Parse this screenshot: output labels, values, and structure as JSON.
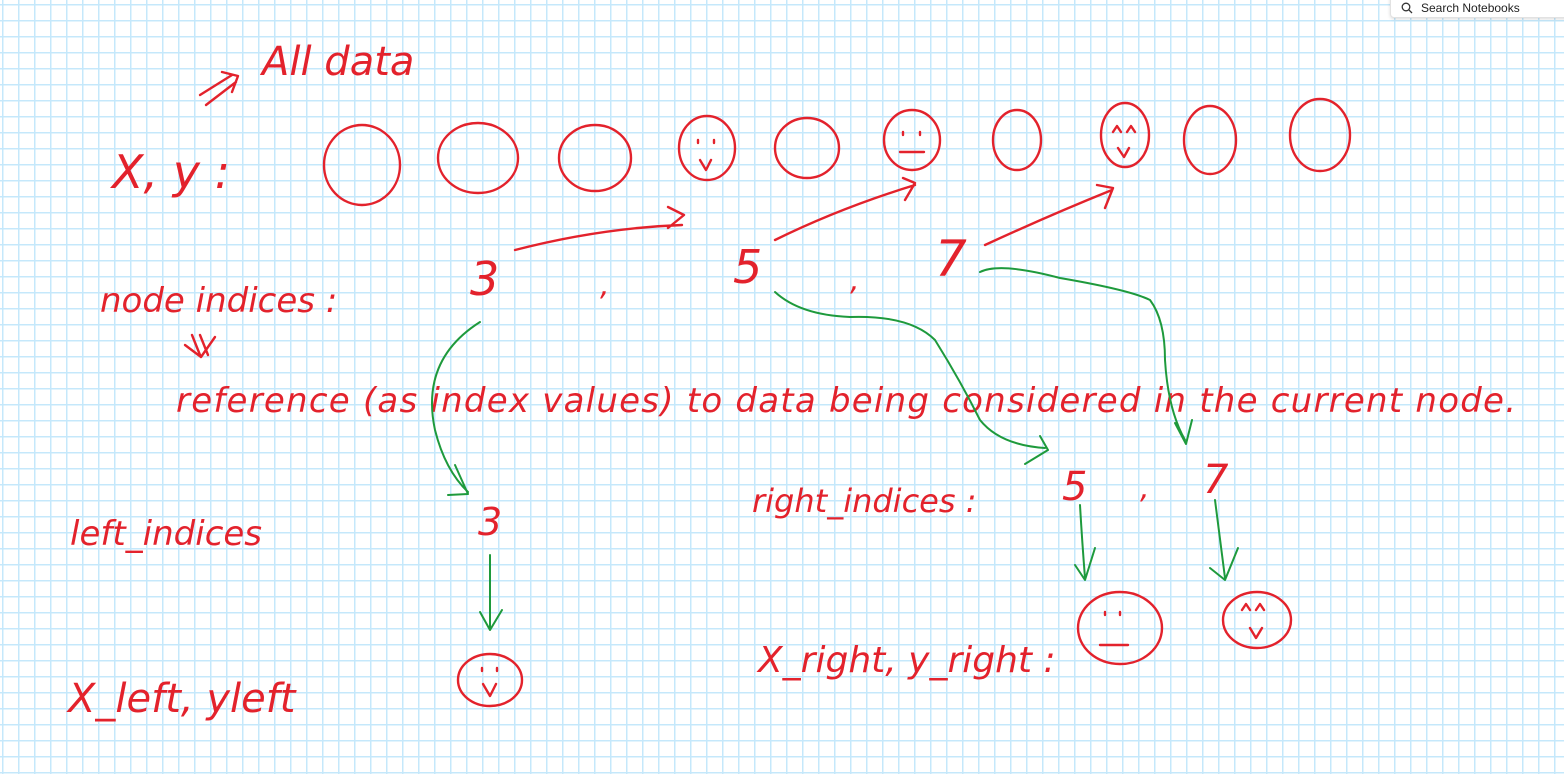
{
  "search": {
    "placeholder": "Search Notebooks"
  },
  "notes": {
    "all_data": "All data",
    "xy_label": "X, y :",
    "node_indices_label": "node indices :",
    "node_indices": [
      "3",
      ",",
      "5",
      ",",
      "7"
    ],
    "reference_text": "reference (as index values) to data being considered in the current node.",
    "left_indices_label": "left_indices",
    "left_indices": [
      "3"
    ],
    "right_indices_label": "right_indices :",
    "right_indices": [
      "5",
      ",",
      "7"
    ],
    "x_left_label": "X_left, yleft",
    "x_right_label": "X_right, y_right :"
  },
  "colors": {
    "ink_red": "#e3222c",
    "ink_green": "#1e9a3c",
    "grid": "#c5e8fb"
  }
}
